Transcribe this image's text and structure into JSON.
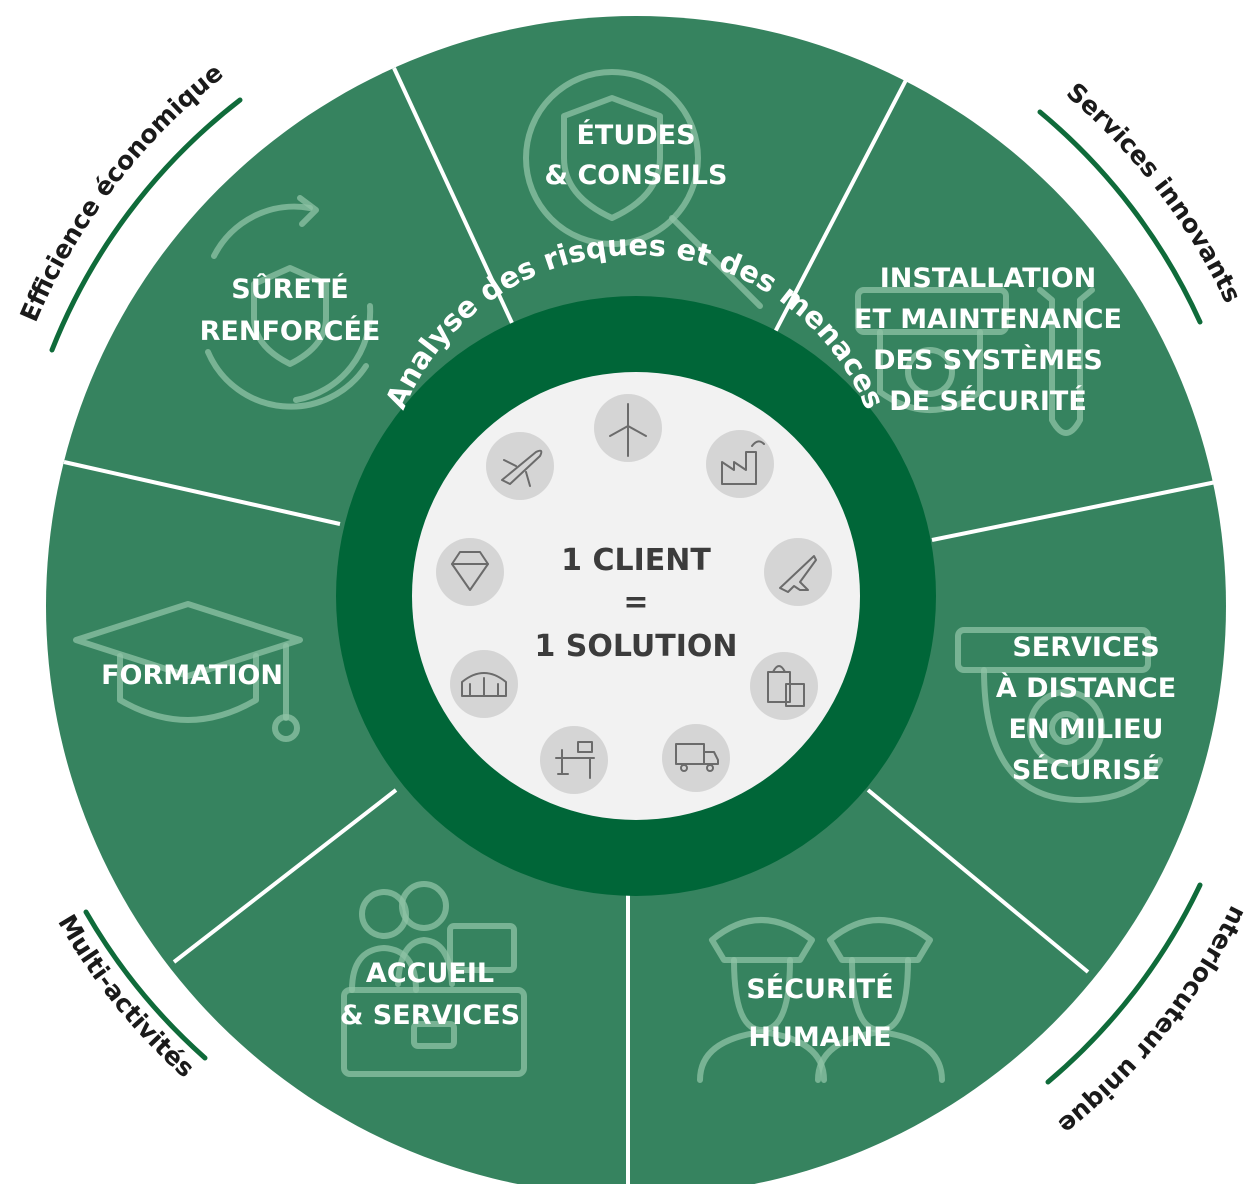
{
  "center": {
    "line1": "1 CLIENT",
    "line2": "=",
    "line3": "1 SOLUTION"
  },
  "ring_text": "Analyse des risques et des menaces",
  "segments": [
    {
      "lines": [
        "ÉTUDES",
        "& CONSEILS"
      ],
      "icon": "shield-magnifier-icon"
    },
    {
      "lines": [
        "INSTALLATION",
        "ET MAINTENANCE",
        "DES SYSTÈMES",
        "DE SÉCURITÉ"
      ],
      "icon": "camera-tool-icon"
    },
    {
      "lines": [
        "SERVICES",
        "À DISTANCE",
        "EN MILIEU",
        "SÉCURISÉ"
      ],
      "icon": "surveillance-camera-icon"
    },
    {
      "lines": [
        "SÉCURITÉ",
        "HUMAINE"
      ],
      "icon": "security-guards-icon"
    },
    {
      "lines": [
        "ACCUEIL",
        "& SERVICES"
      ],
      "icon": "reception-desk-icon"
    },
    {
      "lines": [
        "FORMATION"
      ],
      "icon": "graduation-cap-icon"
    },
    {
      "lines": [
        "SÛRETÉ",
        "RENFORCÉE"
      ],
      "icon": "shield-cycle-icon"
    }
  ],
  "outer_labels": [
    "Efficience économique",
    "Services innovants",
    "Interlocuteur unique",
    "Multi-activités"
  ],
  "sector_icons": [
    "wind-turbine-icon",
    "factory-icon",
    "fighter-jet-icon",
    "shopping-bags-icon",
    "truck-icon",
    "office-desk-icon",
    "stadium-icon",
    "diamond-icon",
    "airplane-icon"
  ],
  "colors": {
    "segment": "#36835f",
    "ring": "#006638",
    "center": "#f2f2f2",
    "divider": "#ffffff",
    "arc": "#0f6b3a",
    "icon_bg": "#d5d5d5"
  }
}
